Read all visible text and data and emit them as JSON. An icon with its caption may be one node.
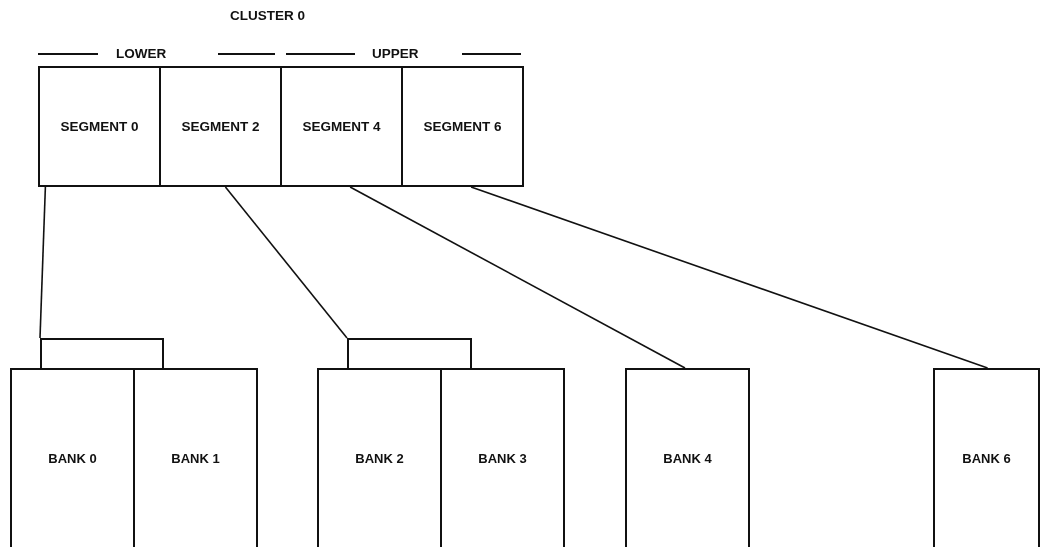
{
  "diagram": {
    "title": "CLUSTER 0",
    "nodes": [
      {
        "text": [
          "SEGMENT 0"
        ]
      },
      {
        "text": [
          "SEGMENT 2"
        ]
      },
      {
        "text": [
          "SEGMENT 4"
        ]
      },
      {
        "text": [
          "SEGMENT 6"
        ]
      },
      {
        "text": [],
        "shape": "box"
      },
      {
        "text": [
          "BANK 0"
        ]
      },
      {
        "text": [
          "BANK 1"
        ]
      },
      {
        "text": [],
        "shape": "box"
      },
      {
        "text": [
          "BANK 2"
        ]
      },
      {
        "text": [
          "BANK 3"
        ]
      },
      {
        "text": [
          "BANK 4"
        ]
      },
      {
        "text": [
          "BANK 6"
        ]
      }
    ],
    "edges": [
      {
        "from": 0,
        "to": 4,
        "arrow": "none"
      },
      {
        "from": 1,
        "to": 7,
        "arrow": "none"
      },
      {
        "from": 2,
        "to": 10,
        "arrow": "none"
      },
      {
        "from": 3,
        "to": 11,
        "arrow": "none"
      }
    ],
    "labels": [
      "LOWER",
      "UPPER"
    ]
  }
}
